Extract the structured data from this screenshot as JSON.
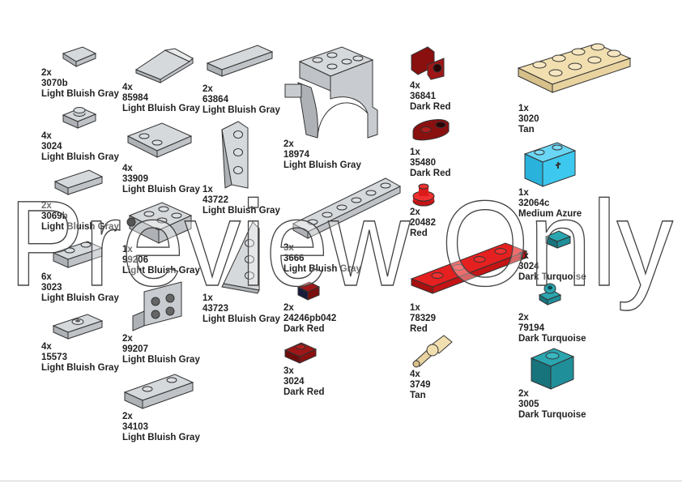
{
  "watermark": "Preview Only",
  "colors": {
    "light_bluish_gray": "#c8ccd0",
    "dark_red": "#8a1010",
    "red": "#dd1a1a",
    "tan": "#f2dfb0",
    "medium_azure": "#3cc8ef",
    "dark_turquoise": "#1f8f9a",
    "outline": "#333333"
  },
  "parts": [
    {
      "qty": "2x",
      "id": "3070b",
      "color": "Light Bluish Gray"
    },
    {
      "qty": "4x",
      "id": "3024",
      "color": "Light Bluish Gray"
    },
    {
      "qty": "2x",
      "id": "3069b",
      "color": "Light Bluish Gray"
    },
    {
      "qty": "6x",
      "id": "3023",
      "color": "Light Bluish Gray"
    },
    {
      "qty": "4x",
      "id": "15573",
      "color": "Light Bluish Gray"
    },
    {
      "qty": "4x",
      "id": "85984",
      "color": "Light Bluish Gray"
    },
    {
      "qty": "4x",
      "id": "33909",
      "color": "Light Bluish Gray"
    },
    {
      "qty": "1x",
      "id": "99206",
      "color": "Light Bluish Gray"
    },
    {
      "qty": "2x",
      "id": "99207",
      "color": "Light Bluish Gray"
    },
    {
      "qty": "2x",
      "id": "34103",
      "color": "Light Bluish Gray"
    },
    {
      "qty": "2x",
      "id": "63864",
      "color": "Light Bluish Gray"
    },
    {
      "qty": "1x",
      "id": "43722",
      "color": "Light Bluish Gray"
    },
    {
      "qty": "1x",
      "id": "43723",
      "color": "Light Bluish Gray"
    },
    {
      "qty": "2x",
      "id": "18974",
      "color": "Light Bluish Gray"
    },
    {
      "qty": "3x",
      "id": "3666",
      "color": "Light Bluish Gray"
    },
    {
      "qty": "2x",
      "id": "24246pb042",
      "color": "Dark Red"
    },
    {
      "qty": "3x",
      "id": "3024",
      "color": "Dark Red"
    },
    {
      "qty": "4x",
      "id": "36841",
      "color": "Dark Red"
    },
    {
      "qty": "1x",
      "id": "35480",
      "color": "Dark Red"
    },
    {
      "qty": "2x",
      "id": "20482",
      "color": "Red"
    },
    {
      "qty": "1x",
      "id": "78329",
      "color": "Red"
    },
    {
      "qty": "4x",
      "id": "3749",
      "color": "Tan"
    },
    {
      "qty": "1x",
      "id": "3020",
      "color": "Tan"
    },
    {
      "qty": "1x",
      "id": "32064c",
      "color": "Medium Azure"
    },
    {
      "qty": "1x",
      "id": "3024",
      "color": "Dark Turquoise"
    },
    {
      "qty": "2x",
      "id": "79194",
      "color": "Dark Turquoise"
    },
    {
      "qty": "2x",
      "id": "3005",
      "color": "Dark Turquoise"
    }
  ]
}
